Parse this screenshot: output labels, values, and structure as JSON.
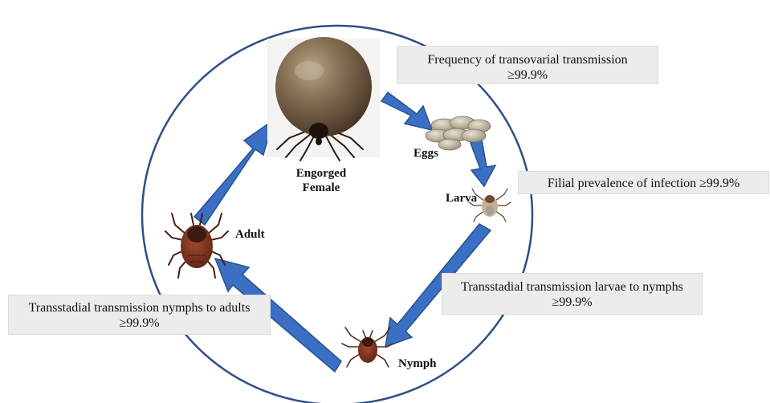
{
  "stages": {
    "engorged_female": "Engorged\nFemale",
    "eggs": "Eggs",
    "larva": "Larva",
    "nymph": "Nymph",
    "adult": "Adult"
  },
  "boxes": {
    "transovarial": {
      "line1": "Frequency of transovarial transmission",
      "line2": "≥99.9%"
    },
    "filial": {
      "line1": "Filial prevalence of infection ≥99.9%"
    },
    "larvae_nymphs": {
      "line1": "Transstadial transmission larvae to nymphs",
      "line2": "≥99.9%"
    },
    "nymphs_adults": {
      "line1": "Transstadial transmission nymphs to adults",
      "line2": "≥99.9%"
    }
  },
  "colors": {
    "circle": "#2e4f86",
    "arrow_fill": "#3a6fc4",
    "arrow_stroke": "#27538f",
    "box_bg": "#ececec",
    "tick_body": "#7a2f1c",
    "tick_shield": "#3b1a10",
    "engorged_body": "#7d6a52"
  },
  "icons": {
    "engorged_female": "engorged-tick-illustration",
    "eggs": "tick-eggs-cluster",
    "larva": "tick-larva-illustration",
    "nymph": "tick-nymph-illustration",
    "adult": "adult-tick-illustration"
  }
}
